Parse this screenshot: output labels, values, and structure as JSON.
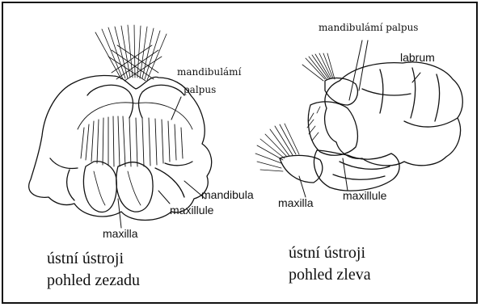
{
  "left_figure": {
    "labels": {
      "mandibular_palp_line1": "mandibulámí",
      "mandibular_palp_line2": "palpus",
      "mandibula": "mandibula",
      "maxillule": "maxillule",
      "maxilla": "maxilla"
    },
    "caption_line1": "ústní ústroji",
    "caption_line2": "pohled zezadu"
  },
  "right_figure": {
    "labels": {
      "mandibular_palp": "mandibulámí palpus",
      "labrum": "labrum",
      "maxilla": "maxilla",
      "maxillule": "maxillule"
    },
    "caption_line1": "ústní ústroji",
    "caption_line2": "pohled zleva"
  }
}
